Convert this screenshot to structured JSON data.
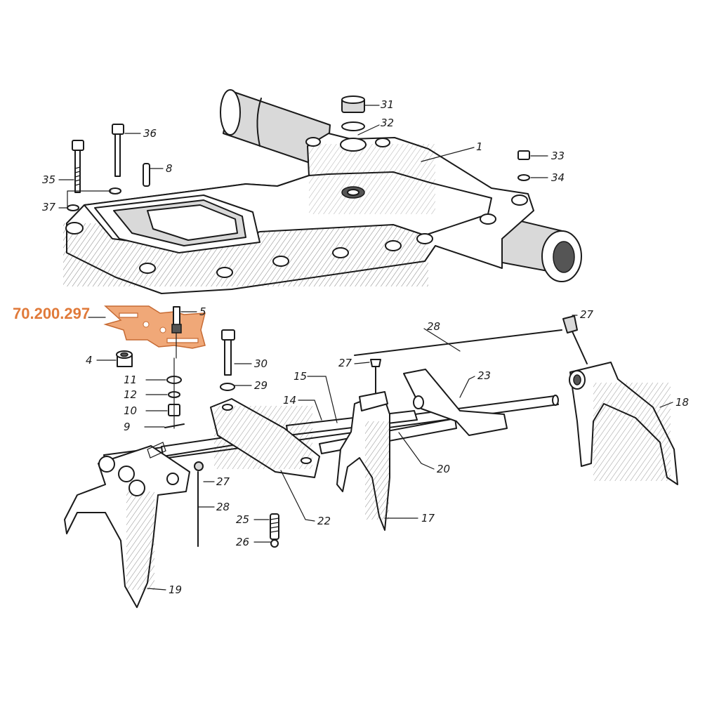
{
  "accent_color": "#e07a3a",
  "highlight_fill": "#f0a878",
  "part_number": "70.200.297",
  "callouts": {
    "c1": "1",
    "c4": "4",
    "c5": "5",
    "c8": "8",
    "c9": "9",
    "c10": "10",
    "c11": "11",
    "c12": "12",
    "c14": "14",
    "c15": "15",
    "c17": "17",
    "c18": "18",
    "c19": "19",
    "c20": "20",
    "c22": "22",
    "c23": "23",
    "c25": "25",
    "c26": "26",
    "c27a": "27",
    "c27b": "27",
    "c27c": "27",
    "c28a": "28",
    "c28b": "28",
    "c29": "29",
    "c30": "30",
    "c31": "31",
    "c32": "32",
    "c33": "33",
    "c34": "34",
    "c35": "35",
    "c36": "36",
    "c37": "37"
  }
}
